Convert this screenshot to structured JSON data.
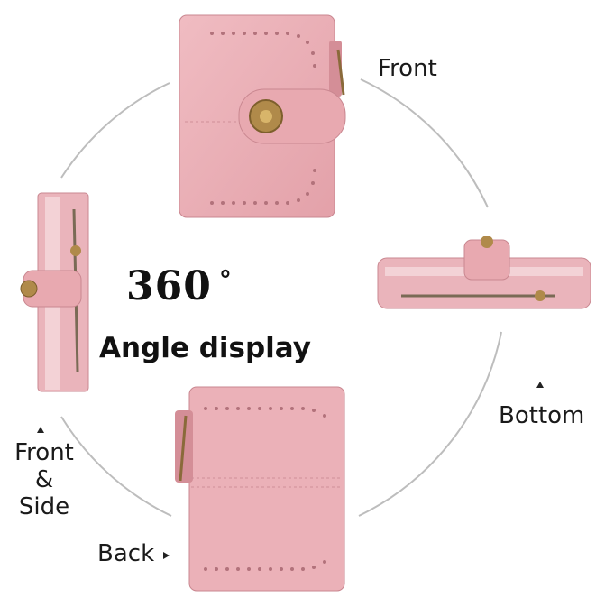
{
  "headline": {
    "number": "360",
    "degree": "°",
    "subtitle": "Angle display"
  },
  "views": {
    "front": {
      "label": "Front"
    },
    "bottom": {
      "label": "Bottom"
    },
    "back": {
      "label": "Back"
    },
    "front_side": {
      "line1": "Front",
      "line2": "&",
      "line3": "Side"
    }
  },
  "colors": {
    "wallet_pink": "#e8a9b0",
    "wallet_shade": "#d68f98",
    "hardware": "#b08a4a",
    "orbit": "#bdbdbd"
  },
  "icons": {
    "arrow_up": "triangle-up-icon",
    "arrow_right": "triangle-right-icon"
  }
}
